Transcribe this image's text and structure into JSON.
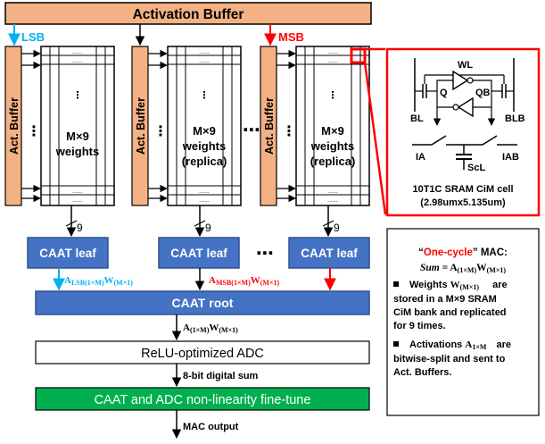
{
  "activation_buffer": {
    "label": "Activation Buffer"
  },
  "bits": {
    "lsb": "LSB",
    "msb": "MSB"
  },
  "act_buffer_side": "Act. Buffer",
  "dots": {
    "dash": "......",
    "vertical": "⋮",
    "horizontal": "⋯"
  },
  "bank_width": "9",
  "banks": [
    {
      "line1": "M×9",
      "line2": "weights",
      "line3": ""
    },
    {
      "line1": "M×9",
      "line2": "weights",
      "line3": "(replica)"
    },
    {
      "line1": "M×9",
      "line2": "weights",
      "line3": "(replica)"
    }
  ],
  "leaf_label": "CAAT leaf",
  "partial_products": {
    "lsb": {
      "main": "A",
      "sub": "LSB(1×M)",
      "w": "W",
      "wsub": "(M×1)"
    },
    "msb": {
      "main": "A",
      "sub": "MSB(1×M)",
      "w": "W",
      "wsub": "(M×1)"
    }
  },
  "root_label": "CAAT root",
  "root_output": {
    "main": "A",
    "sub": "(1×M)",
    "w": "W",
    "wsub": "(M×1)"
  },
  "adc_label": "ReLU-optimized ADC",
  "digital_sum": "8-bit digital sum",
  "finetune_label": "CAAT and ADC non-linearity fine-tune",
  "mac_output": "MAC output",
  "cell": {
    "wl": "WL",
    "q": "Q",
    "qb": "QB",
    "bl": "BL",
    "blb": "BLB",
    "ia": "IA",
    "iab": "IAB",
    "scl": "ScL",
    "caption1": "10T1C SRAM CiM cell",
    "caption2": "(2.98umx5.135um)"
  },
  "note": {
    "title_quote_open": "“",
    "title_red": "One-cycle",
    "title_rest": "” MAC:",
    "formula_lhs": "Sum",
    "formula_eq": " = ",
    "formula_a": "A",
    "formula_asub": "(1×M)",
    "formula_w": "W",
    "formula_wsub": "(M×1)",
    "p1_a": "Weights ",
    "p1_w": "W",
    "p1_wsub": "(M×1)",
    "p1_b": " are",
    "p1_c": "stored in a M×9 SRAM",
    "p1_d": "CiM bank and replicated",
    "p1_e": "for 9 times.",
    "p2_a": "Activations ",
    "p2_am": "A",
    "p2_asub": "1×M",
    "p2_b": " are",
    "p2_c": "bitwise-split and sent to",
    "p2_d": "Act. Buffers."
  },
  "colors": {
    "orange": "#f4b183",
    "blue": "#4472c4",
    "green": "#00b050",
    "red": "#ff0000",
    "cyan": "#00b0f0"
  }
}
